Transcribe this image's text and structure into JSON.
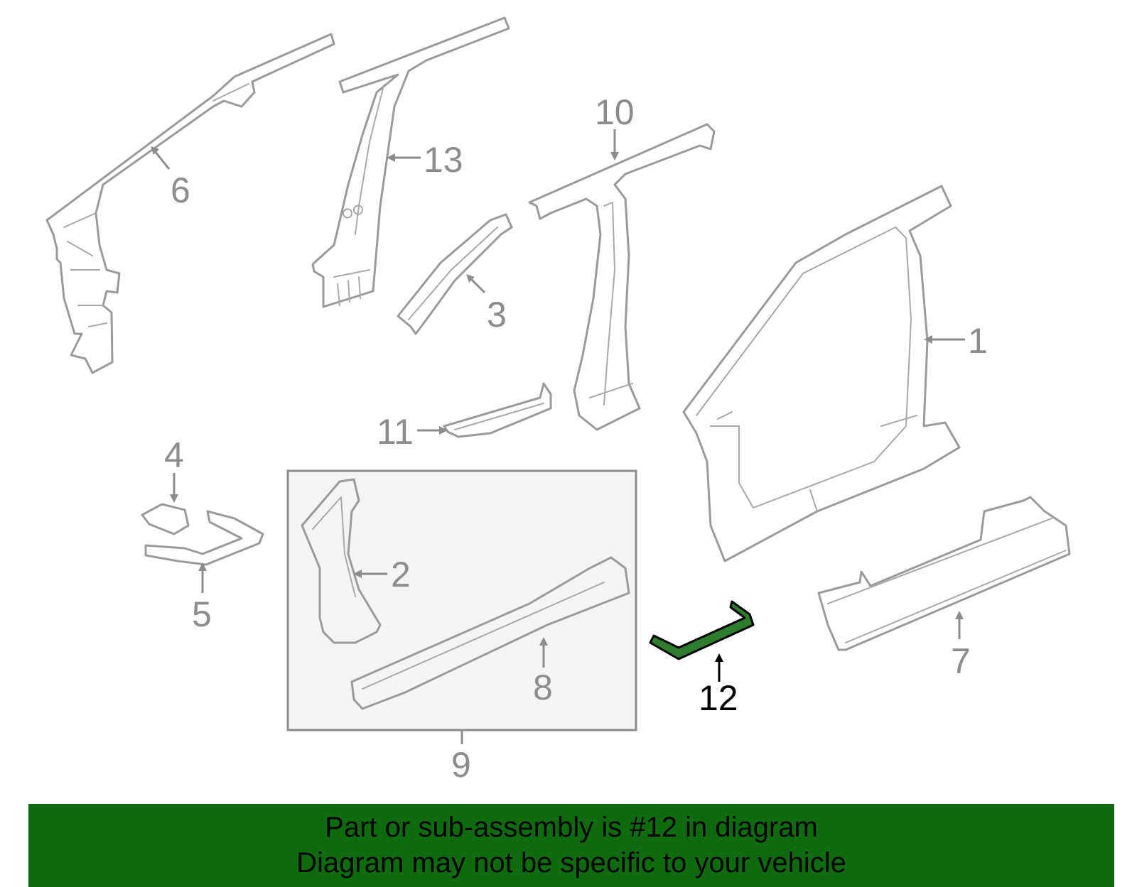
{
  "callouts": [
    {
      "id": "1",
      "label": "1"
    },
    {
      "id": "2",
      "label": "2"
    },
    {
      "id": "3",
      "label": "3"
    },
    {
      "id": "4",
      "label": "4"
    },
    {
      "id": "5",
      "label": "5"
    },
    {
      "id": "6",
      "label": "6"
    },
    {
      "id": "7",
      "label": "7"
    },
    {
      "id": "8",
      "label": "8"
    },
    {
      "id": "9",
      "label": "9"
    },
    {
      "id": "10",
      "label": "10"
    },
    {
      "id": "11",
      "label": "11"
    },
    {
      "id": "12",
      "label": "12",
      "highlighted": true
    },
    {
      "id": "13",
      "label": "13"
    }
  ],
  "banner": {
    "line1": "Part or sub-assembly is #12 in diagram",
    "line2": "Diagram may not be specific to your vehicle"
  },
  "colors": {
    "banner_bg": "#0f6b0f",
    "highlight_part": "#2e7d2e",
    "part_outline": "#9a9a9a"
  }
}
